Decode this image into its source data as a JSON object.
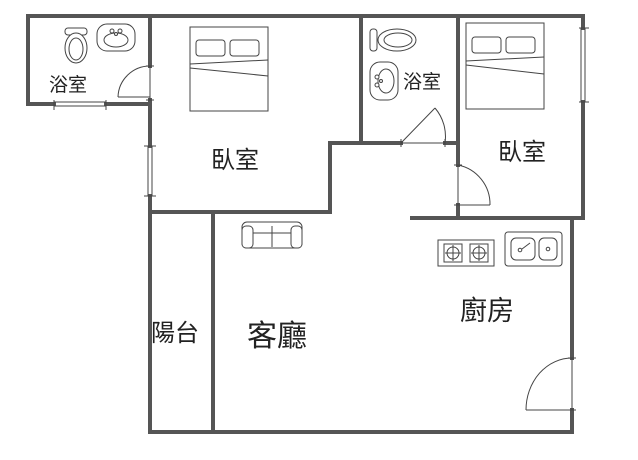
{
  "floorplan": {
    "rooms": {
      "bathroom_left": "浴室",
      "bathroom_right": "浴室",
      "bedroom_left": "臥室",
      "bedroom_right": "臥室",
      "balcony": "陽台",
      "living_room": "客廳",
      "kitchen": "廚房"
    }
  }
}
